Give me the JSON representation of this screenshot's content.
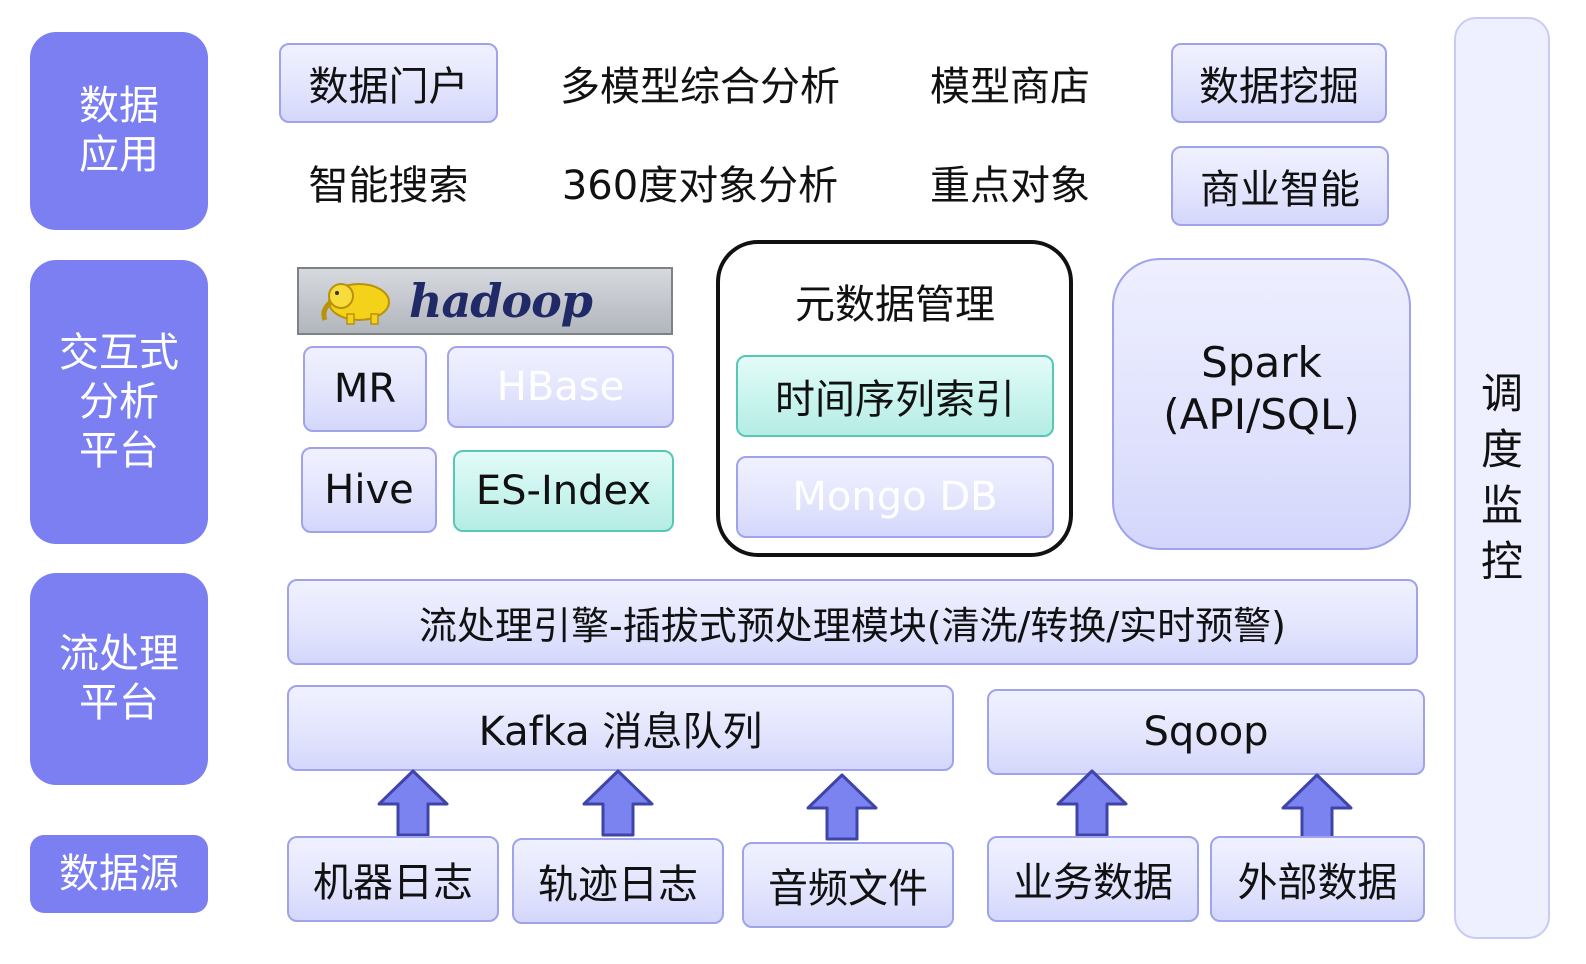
{
  "layers": {
    "app": "数据\n应用",
    "interactive": "交互式\n分析\n平台",
    "stream": "流处理\n平台",
    "source": "数据源"
  },
  "apps": {
    "portal": "数据门户",
    "multi_model": "多模型综合分析",
    "model_store": "模型商店",
    "mining": "数据挖掘",
    "search": "智能搜索",
    "analysis_360": "360度对象分析",
    "key_objects": "重点对象",
    "bi": "商业智能"
  },
  "hadoop": {
    "logo_text": "hadoop",
    "mr": "MR",
    "hbase": "HBase",
    "hive": "Hive",
    "es_index": "ES-Index"
  },
  "metadata": {
    "title": "元数据管理",
    "ts_index": "时间序列索引",
    "mongo": "Mongo DB"
  },
  "spark": {
    "label": "Spark\n(API/SQL)"
  },
  "stream_engine": "流处理引擎-插拔式预处理模块(清洗/转换/实时预警)",
  "kafka": "Kafka 消息队列",
  "sqoop": "Sqoop",
  "sources": {
    "machine_log": "机器日志",
    "trajectory_log": "轨迹日志",
    "audio_file": "音频文件",
    "business_data": "业务数据",
    "external_data": "外部数据"
  },
  "scheduler": "调度监控",
  "colors": {
    "layer_fill": "#7b7ff1",
    "box_fill": "#e3e5fd",
    "box_border": "#9ea3ec",
    "teal_fill": "#c9f4ee",
    "teal_border": "#57c8b5",
    "arrow_fill": "#7b83f0",
    "arrow_stroke": "#3f45a8"
  },
  "icons": {
    "arrow": "up-arrow-icon",
    "logo": "hadoop-elephant-icon"
  }
}
